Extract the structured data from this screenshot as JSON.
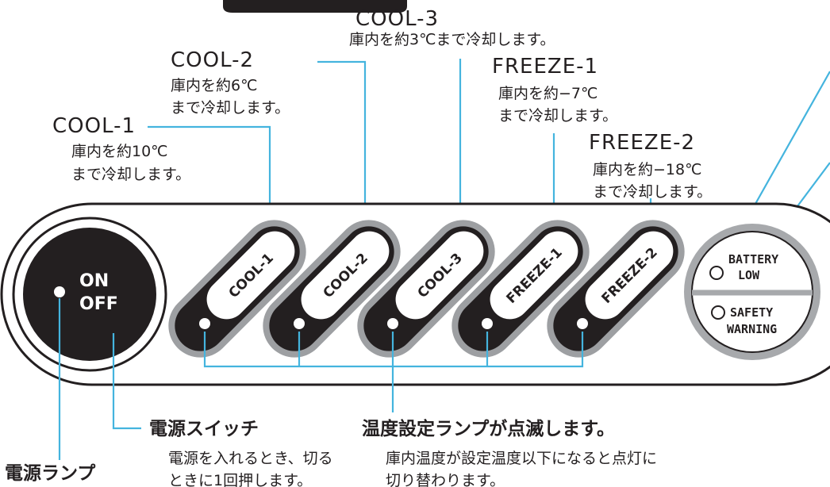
{
  "modes": [
    {
      "title": "COOL-1",
      "desc": [
        "庫内を約10℃",
        "まで冷却します。"
      ],
      "button_label": "COOL-1"
    },
    {
      "title": "COOL-2",
      "desc": [
        "庫内を約6℃",
        "まで冷却します。"
      ],
      "button_label": "COOL-2"
    },
    {
      "title": "COOL-3",
      "desc": [
        "庫内を約3℃まで冷却します。"
      ],
      "button_label": "COOL-3"
    },
    {
      "title": "FREEZE-1",
      "desc": [
        "庫内を約−7℃",
        "まで冷却します。"
      ],
      "button_label": "FREEZE-1"
    },
    {
      "title": "FREEZE-2",
      "desc": [
        "庫内を約−18℃",
        "まで冷却します。"
      ],
      "button_label": "FREEZE-2"
    }
  ],
  "power_button": {
    "line1": "ON",
    "line2": "OFF"
  },
  "status": {
    "battery": {
      "line1": "BATTERY",
      "line2": "LOW"
    },
    "safety": {
      "line1": "SAFETY",
      "line2": "WARNING"
    }
  },
  "callouts": {
    "power_switch": {
      "title": "電源スイッチ",
      "desc": [
        "電源を入れるとき、切る",
        "ときに1回押します。"
      ]
    },
    "power_lamp": {
      "title": "電源ランプ"
    },
    "temp_lamp": {
      "title": "温度設定ランプが点滅します。",
      "desc": [
        "庫内温度が設定温度以下になると点灯に",
        "切り替わります。"
      ]
    }
  },
  "colors": {
    "leader": "#44b4de",
    "panel_outline": "#231f20",
    "button_body": "#231f20",
    "bezel": "#9d9fa2",
    "lamp": "#ffffff"
  }
}
